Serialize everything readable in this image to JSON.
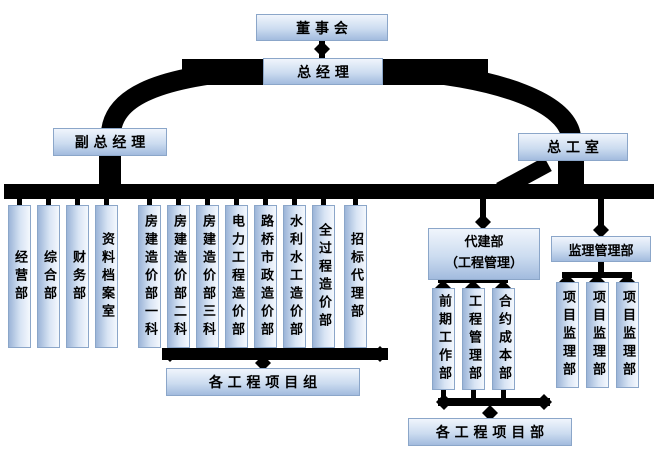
{
  "org": {
    "board": "董 事 会",
    "general_manager": "总 经 理",
    "deputy_general_manager": "副 总 经 理",
    "chief_engineer_office": "总 工 室",
    "departments": [
      "经营部",
      "综合部",
      "财务部",
      "资料档案室",
      "房建造价部一科",
      "房建造价部二科",
      "房建造价部三科",
      "电力工程造价部",
      "路桥市政造价部",
      "水利水工造价部",
      "全过程造价部",
      "招标代理部"
    ],
    "agent_construction_dept": {
      "title": "代建部",
      "subtitle": "（工程管理）",
      "children": [
        "前期工作部",
        "工程管理部",
        "合约成本部"
      ]
    },
    "supervision_management_dept": {
      "title": "监理管理部",
      "children": [
        "项目监理部",
        "项目监理部",
        "项目监理部"
      ]
    },
    "project_groups": "各 工 程 项 目 组",
    "project_departments": "各 工 程 项 目 部"
  },
  "colors": {
    "box_fill_dark": "#9cb5d8",
    "box_fill_light": "#f4f8fd",
    "box_border": "#8ba6c9",
    "connector": "#000000",
    "text": "#000000",
    "background": "#ffffff"
  }
}
